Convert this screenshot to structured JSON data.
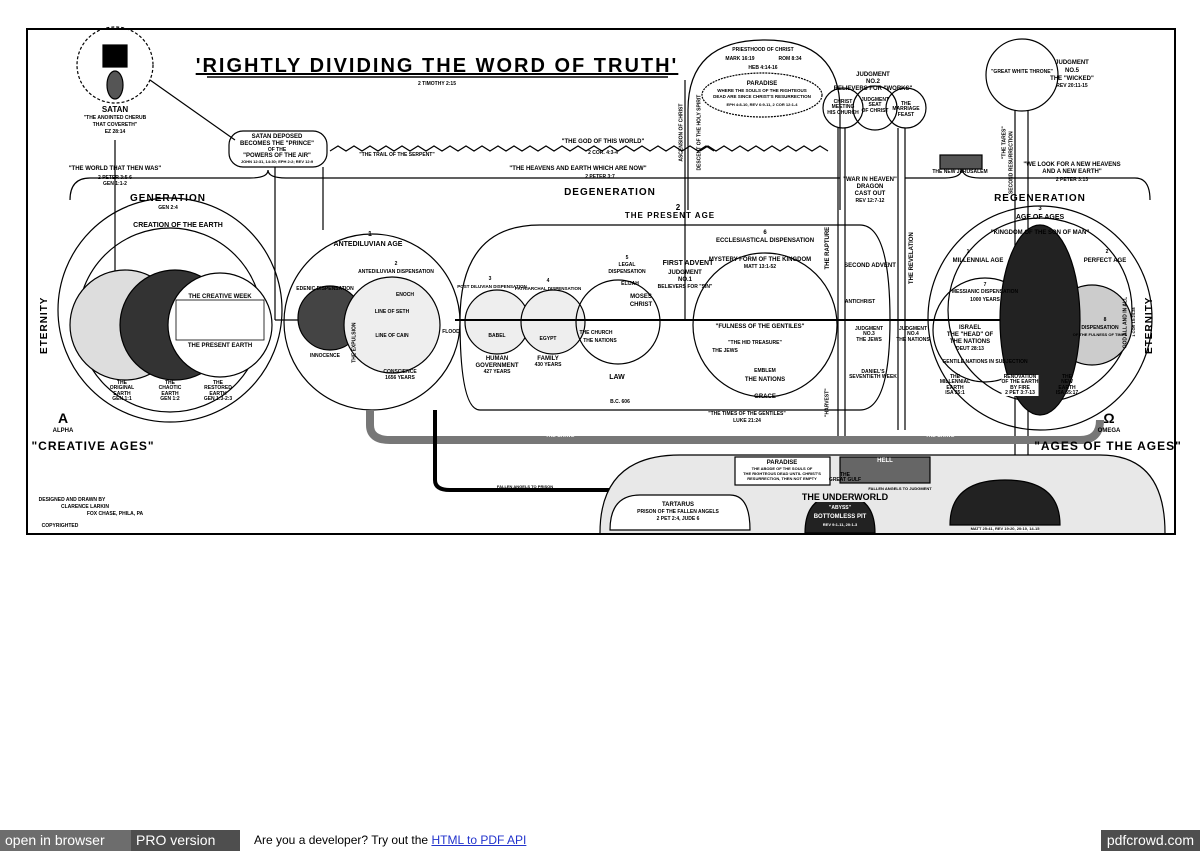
{
  "title": "'Rightly Dividing The Word Of Truth'",
  "title_ref": "2 Timothy 2:15",
  "satan": {
    "name": "Satan",
    "desc1": "\"The Anointed Cherub",
    "desc2": "That Covereth\"",
    "ref": "Ez 28:14"
  },
  "satan_deposed": {
    "l1": "Satan Deposed",
    "l2": "Becomes The \"Prince\"",
    "l3": "Of The",
    "l4": "\"Powers Of The Air\"",
    "ref": "John 12:31, 14:30; Eph 2:2; Rev 12:9"
  },
  "trail": "\"The Trail Of The Serpent\"",
  "god_of_world": "\"The God Of This World\"",
  "god_ref": "2 Cor. 4:3-4",
  "world_then": "\"The World That Then Was\"",
  "world_then_ref1": "2 Peter 3:5-6",
  "world_then_ref2": "Gen 1:1-2",
  "heavens_now": "\"The Heavens And Earth Which Are Now\"",
  "heavens_now_ref": "2 Peter 3:7",
  "degeneration": "Degeneration",
  "present_age": {
    "num": "2",
    "label": "The Present Age"
  },
  "generation": {
    "label": "Generation",
    "ref": "Gen 2:4",
    "creation": "Creation Of The Earth",
    "creative_week": "The Creative Week",
    "present_earth": "The Present Earth",
    "original": [
      "The",
      "Original",
      "Earth",
      "Gen 1:1"
    ],
    "chaotic": [
      "The",
      "Chaotic",
      "Earth",
      "Gen 1:2"
    ],
    "restored": [
      "The",
      "Restored",
      "Earth",
      "Gen 1:3-2:3"
    ]
  },
  "eternity_left": "Eternity",
  "eternity_right": "Eternity",
  "alpha": {
    "symbol": "A",
    "label": "Alpha",
    "ages": "\"Creative Ages\""
  },
  "omega": {
    "symbol": "Ω",
    "label": "Omega",
    "ages": "\"Ages Of The Ages\""
  },
  "credits": {
    "l1": "Designed And Drawn By",
    "l2": "Clarence Larkin",
    "l3": "Fox Chase, Phila, PA",
    "l4": "Copyrighted"
  },
  "antediluvian": {
    "num": "1",
    "label": "Antediluvian Age",
    "edenic": "Edenic Dispensation",
    "innocence": "Innocence",
    "disp_num": "2",
    "disp": "Antediluvian Dispensation",
    "seth": "Line Of Seth",
    "cain": "Line Of Cain",
    "enoch": "Enoch",
    "expulsion": "The Expulsion",
    "conscience": "Conscience",
    "years": "1656 Years",
    "flood": "Flood"
  },
  "postdiluvian": {
    "num": "3",
    "label": "Post Diluvian Dispensation",
    "babel": "Babel",
    "human": "Human",
    "government": "Government",
    "years": "427 Years"
  },
  "patriarchal": {
    "num": "4",
    "label": "Patriarchal Dispensation",
    "egypt": "Egypt",
    "family": "Family",
    "years": "430 Years"
  },
  "legal": {
    "num": "5",
    "label1": "Legal",
    "label2": "Dispensation",
    "elijah": "Elijah",
    "moses": "Moses",
    "christ": "Christ",
    "church": "The Church",
    "nations": "The Nations",
    "law": "Law",
    "bc": "B.C. 606"
  },
  "first_advent": {
    "label": "First Advent",
    "judgment": "Judgment",
    "no": "No.1",
    "desc": "Believers For \"Sin\""
  },
  "ecclesiastical": {
    "num": "6",
    "label": "Ecclesiastical Dispensation",
    "mystery": "Mystery Form Of The Kingdom",
    "ref": "Matt 13:1-52",
    "fulness": "\"Fulness Of The Gentiles\"",
    "hid": "\"The Hid Treasure\"",
    "jews": "The Jews",
    "emblem": "Emblem",
    "nations": "The Nations",
    "grace": "Grace",
    "times": "\"The Times Of The Gentiles\"",
    "times_ref": "Luke 21:24"
  },
  "priesthood": {
    "label": "Priesthood Of Christ",
    "ref1": "Mark 16:19",
    "ref2": "Rom 8:34",
    "ref3": "Heb 4:14-16"
  },
  "paradise_top": {
    "label": "Paradise",
    "l1": "Where The Souls Of The Righteous",
    "l2": "Dead Are Since Christ's Resurrection",
    "ref": "Eph 4:8-10, Rev 6:9-11, 2 Cor 12:1-4"
  },
  "judgment2": {
    "label": "Judgment",
    "no": "No.2",
    "desc": "Believers For \"Works\"",
    "meeting": [
      "Christ",
      "Meeting",
      "His Church"
    ],
    "seat": [
      "Judgment",
      "Seat",
      "Of Christ"
    ],
    "feast": [
      "The",
      "Marriage",
      "Feast"
    ]
  },
  "war_heaven": {
    "l1": "\"War In Heaven\"",
    "l2": "Dragon",
    "l3": "Cast Out",
    "ref": "Rev 12:7-12"
  },
  "rapture": "The Rapture",
  "revelation": "The Revelation",
  "second_advent": "Second Advent",
  "antichrist": "Antichrist",
  "judgment3": {
    "label": "Judgment",
    "no": "No.3",
    "desc": "The Jews"
  },
  "judgment4": {
    "label": "Judgment",
    "no": "No.4",
    "desc": "The Nations"
  },
  "daniel": {
    "l1": "Daniel's",
    "l2": "Seventieth Week"
  },
  "harvest": "\"Harvest\"",
  "ascension": "Ascension Of Christ",
  "descent": "Descent Of The Holy Spirit",
  "new_jerusalem": "The New Jerusalem",
  "new_heavens": {
    "l1": "\"We Look For A New Heavens",
    "l2": "And A New Earth\"",
    "ref": "2 Peter 3:13"
  },
  "great_white": {
    "label": "\"Great White Throne\"",
    "judgment": "Judgment",
    "no": "No.5",
    "desc": "The \"Wicked\"",
    "ref": "Rev 20:11-15"
  },
  "tares": "\"The Tares\"",
  "second_resurrection": "Second Resurrection",
  "regeneration": {
    "label": "Regeneration",
    "age_num": "3",
    "age": "Age Of Ages",
    "kingdom": "\"Kingdom Of The Son Of Man\"",
    "mil_num": "1",
    "millennial": "Millennial Age",
    "perf_num": "2",
    "perfect": "Perfect Age",
    "messianic_num": "7",
    "messianic": "Messianic Dispensation",
    "years": "1000 Years",
    "israel": "Israel",
    "head": "The \"Head\" Of",
    "nations": "The Nations",
    "deut": "Deut 28:13",
    "gentile": "Gentile Nations In Subjection",
    "disp_num": "8",
    "disp": "Dispensation",
    "fulness": "Of The Fulness Of Times",
    "mil_earth": [
      "The",
      "Millennial",
      "Earth",
      "Isa 35:1"
    ],
    "renovation": [
      "Renovation",
      "Of The Earth",
      "By Fire",
      "2 Pet 3:7-13"
    ],
    "new_earth": [
      "The",
      "New",
      "Earth",
      "Isa 65:17"
    ],
    "all": "God All And In All",
    "all_ref": "1 Cor 15:24-28"
  },
  "grave": "The Grave",
  "fallen_angels_prison": "Fallen Angels To Prison",
  "fallen_angels_judgment": "Fallen Angels To Judgment",
  "underworld": {
    "label": "The Underworld",
    "paradise": "Paradise",
    "p1": "The Abode Of The Souls Of",
    "p2": "The Righteous Dead Until Christ's",
    "p3": "Resurrection, Then Not Empty",
    "gulf1": "The",
    "gulf2": "Great Gulf",
    "hell": "Hell",
    "tartarus": "Tartarus",
    "prison": "Prison Of The Fallen Angels",
    "prison_ref": "2 Pet 2:4, Jude 6",
    "abyss": "\"Abyss\"",
    "pit": "Bottomless Pit",
    "pit_ref": "Rev 9:1-11, 20:1-3",
    "lake_ref": "Matt 25:41, Rev 19:20, 20:10, 14-15"
  },
  "footer": {
    "open": "open in browser",
    "pro": "PRO version",
    "dev": "Are you a developer? Try out the",
    "link": "HTML to PDF API",
    "brand": "pdfcrowd.com",
    "bar_color": "#6d6d6d",
    "pro_color": "#4e4e4e",
    "link_color": "#2233cc"
  }
}
